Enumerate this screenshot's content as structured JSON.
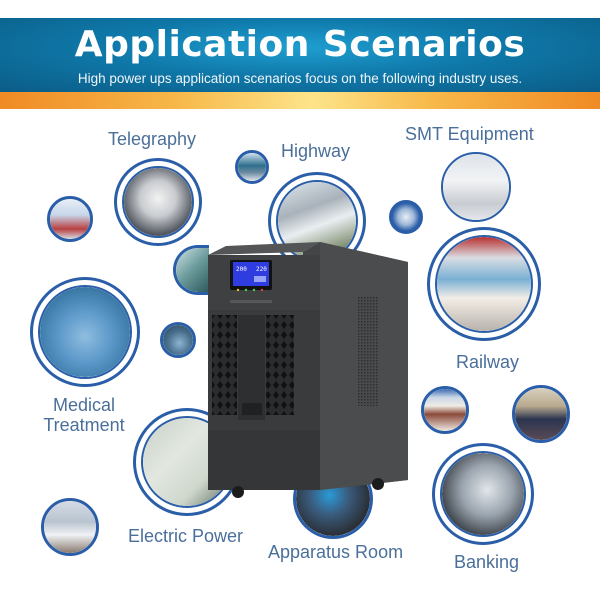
{
  "header": {
    "title": "Application Scenarios",
    "subtitle": "High power ups application scenarios focus on the following industry uses.",
    "banner_color": "#0f79aa",
    "accent_bar_color": "#f7b94a"
  },
  "scenarios": [
    {
      "label": "Telegraphy"
    },
    {
      "label": "Highway"
    },
    {
      "label": "SMT Equipment"
    },
    {
      "label": "Railway"
    },
    {
      "label": "Medical Treatment",
      "line1": "Medical",
      "line2": "Treatment"
    },
    {
      "label": "Electric Power"
    },
    {
      "label": "Apparatus Room"
    },
    {
      "label": "Banking"
    }
  ],
  "product": {
    "name": "UPS tower unit",
    "lcd_left": "200",
    "lcd_right": "220",
    "color": "#3a3b3d"
  },
  "colors": {
    "label_text": "#4a6f9a",
    "circle_border": "#2a5ea8"
  }
}
